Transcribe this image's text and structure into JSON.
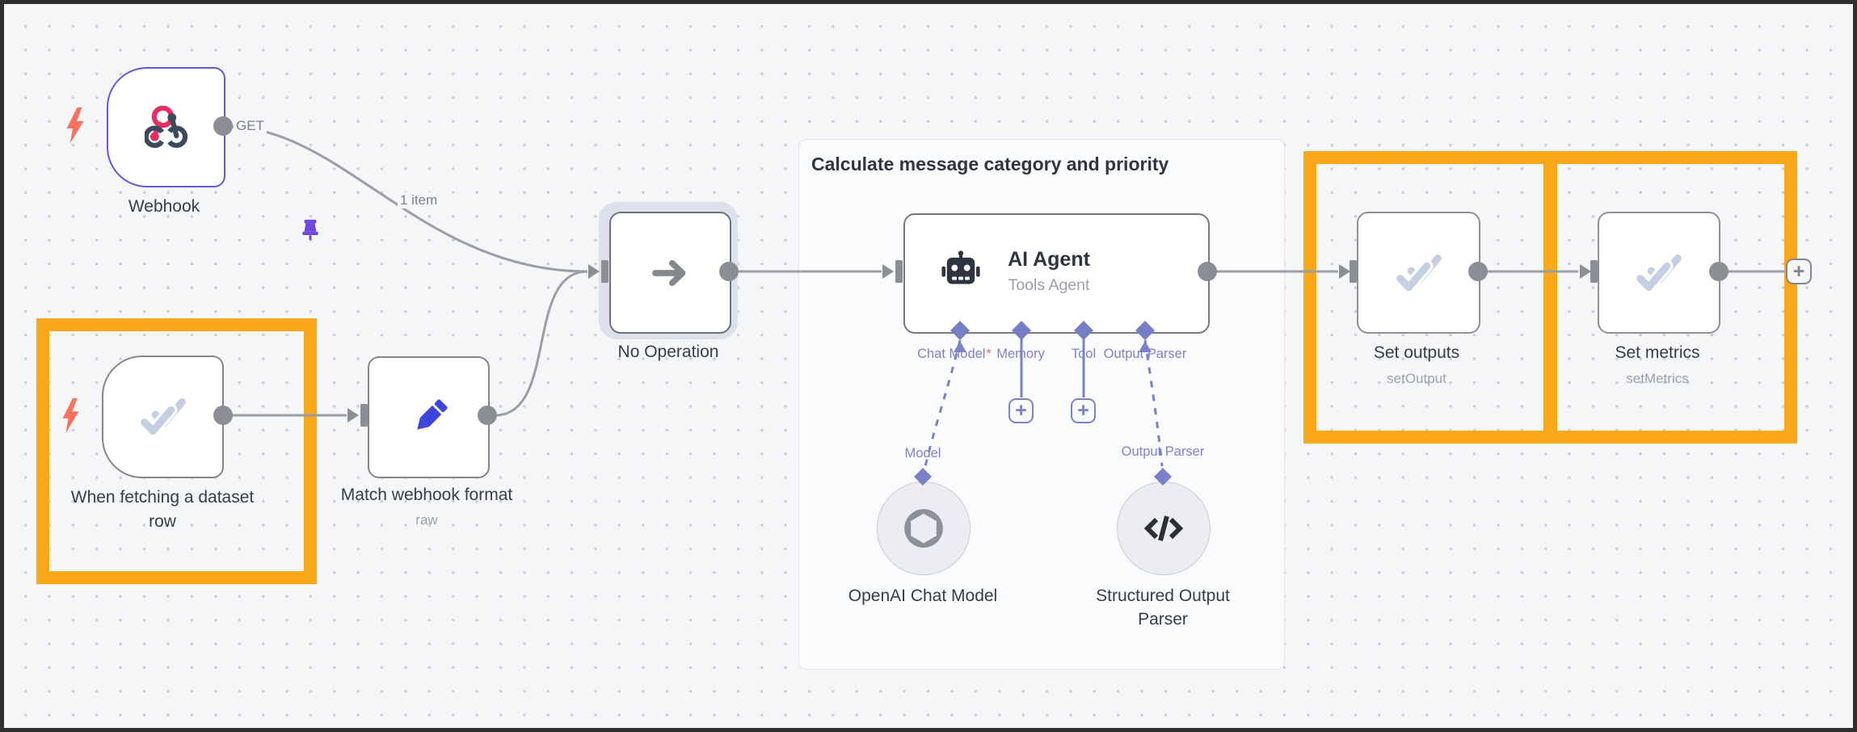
{
  "group": {
    "title": "Calculate message category and priority"
  },
  "connection_labels": {
    "webhook_method": "GET",
    "webhook_items": "1 item"
  },
  "nodes": {
    "webhook": {
      "label": "Webhook"
    },
    "dataset_trigger": {
      "label": "When fetching a dataset row",
      "label_line1": "When fetching a dataset",
      "label_line2": "row"
    },
    "match_format": {
      "label": "Match webhook format",
      "sublabel": "raw"
    },
    "no_operation": {
      "label": "No Operation"
    },
    "ai_agent": {
      "title": "AI Agent",
      "subtitle": "Tools Agent",
      "required_marker": "*",
      "connectors": [
        "Chat Model",
        "Memory",
        "Tool",
        "Output Parser"
      ]
    },
    "openai_model": {
      "connector": "Model",
      "label": "OpenAI Chat Model"
    },
    "structured_parser": {
      "connector": "Output Parser",
      "label_line1": "Structured Output",
      "label_line2": "Parser"
    },
    "set_outputs": {
      "label": "Set outputs",
      "sublabel": "setOutput"
    },
    "set_metrics": {
      "label": "Set metrics",
      "sublabel": "setMetrics"
    }
  },
  "buttons": {
    "add_memory": "+",
    "add_tool": "+",
    "add_next": "+"
  },
  "icons": {
    "webhook-icon": "webhook logo (pink/slate)",
    "pin-icon": "purple pushpin",
    "lightning-icon": "orange trigger bolt",
    "double-check-icon": "pale blue double checkmark",
    "pencil-icon": "blue edit pencil",
    "arrow-right-icon": "gray no-op arrow",
    "robot-icon": "dark robot head",
    "openai-icon": "gray OpenAI knot",
    "code-icon": "dark </> glyph",
    "plus-icon": "+"
  },
  "colors": {
    "canvas": "#f5f6f8",
    "highlight_orange": "#faa71a",
    "wire": "#9b9ea5",
    "port": "#8b8e95",
    "lavender": "#7b82c8",
    "webhook_border": "#6357dd",
    "check_icon": "#c6cfe2",
    "pencil_blue": "#3c45de",
    "bolt": "#f8725f",
    "text_dark": "#363d49",
    "text_gray": "#9ba1ac"
  }
}
